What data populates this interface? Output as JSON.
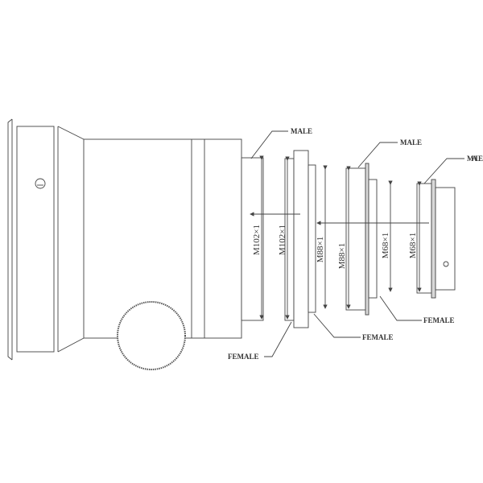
{
  "labels": {
    "male_1": "MALE",
    "male_2": "MALE",
    "male_3": "MALE",
    "female_1": "FEMALE",
    "female_2": "FEMALE",
    "female_3": "FEMALE"
  },
  "dimensions": {
    "m102_male": "M102×1",
    "m102_female": "M102×1",
    "m88_male": "M88×1",
    "m88_female": "M88×1",
    "m68_male": "M68×1",
    "m68_female": "M68×1"
  }
}
